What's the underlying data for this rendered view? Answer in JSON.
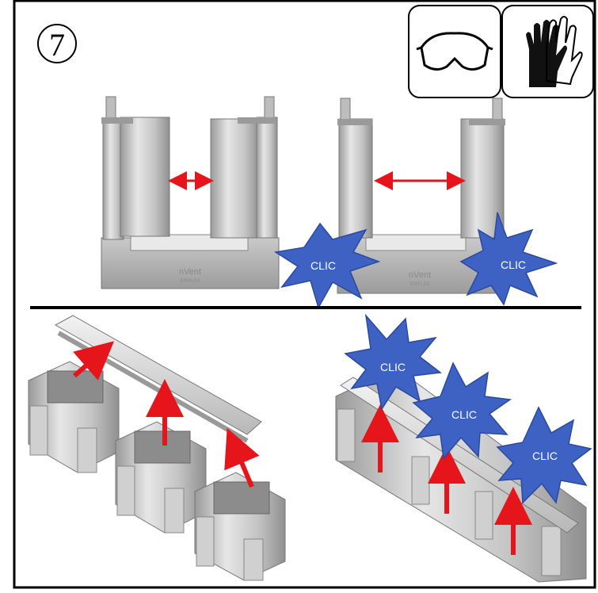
{
  "step": {
    "number": "7"
  },
  "ppe": [
    {
      "icon": "safety-glasses-icon",
      "label": ""
    },
    {
      "icon": "protective-gloves-icon",
      "label": ""
    }
  ],
  "brand": {
    "logo_text": "nVent",
    "sub_text": "ERIFLEX"
  },
  "callouts": {
    "clic": "CLIC"
  },
  "colors": {
    "arrow": "#e5151b",
    "burst_fill": "#3d62c4",
    "burst_stroke": "#2b4a9c",
    "part_light": "#d9d9d9",
    "part_mid": "#b3b3b3",
    "part_dark": "#8c8c8c",
    "border": "#000000"
  }
}
